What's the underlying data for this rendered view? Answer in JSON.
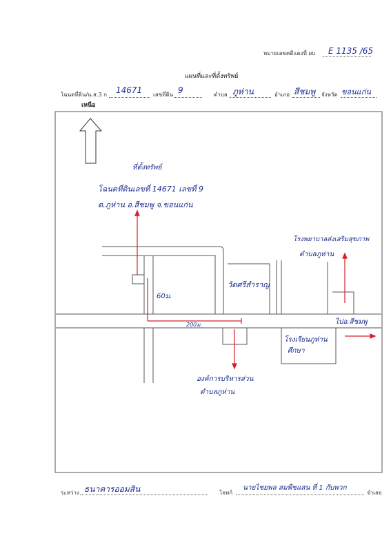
{
  "header": {
    "case_label": "หมายเลขคดีแดงที่ ผบ",
    "case_number": "E 1135 /65",
    "title": "แผนที่และที่ตั้งทรัพย์"
  },
  "info_line": {
    "deed_label": "โฉนดที่ดิน/น.ส.3 ก",
    "deed_value": "14671",
    "land_no_label": "เลขที่ดิน",
    "land_no_value": "9",
    "subdistrict_label": "ตำบล",
    "subdistrict_value": "ภูห่าน",
    "district_label": "อำเภอ",
    "district_value": "สีชมพู",
    "province_label": "จังหวัด",
    "province_value": "ขอนแก่น"
  },
  "north_label": "เหนือ",
  "map": {
    "property_heading": "ที่ตั้งทรัพย์",
    "property_line1": "โฉนดที่ดินเลขที่ 14671 เลขที่ 9",
    "property_line2": "ต.ภูห่าน อ.สีชมพู จ.ขอนแก่น",
    "dist_vertical": "60ม.",
    "dist_horizontal": "200ม.",
    "temple": "วัดศรีสำราญ",
    "hospital_line1": "โรงพยาบาลส่งเสริมสุขภาพ",
    "hospital_line2": "ตำบลภูห่าน",
    "to_sichomphu": "ไปอ.สีชมพู",
    "school_line1": "โรงเรียนภูห่าน",
    "school_line2": "ศึกษา",
    "sao_line1": "องค์การบริหารส่วน",
    "sao_line2": "ตำบลภูห่าน"
  },
  "footer": {
    "between_label": "ระหว่าง",
    "plaintiff": "ธนาคารออมสิน",
    "defendant_label": "โจทก์",
    "defendant": "นายไชยพล สมพืชแสน ที่ 1 กับพวก",
    "suffix": "จำเลย"
  },
  "colors": {
    "ink": "#1a2a8a",
    "red": "#d4202a",
    "line": "#555555"
  }
}
